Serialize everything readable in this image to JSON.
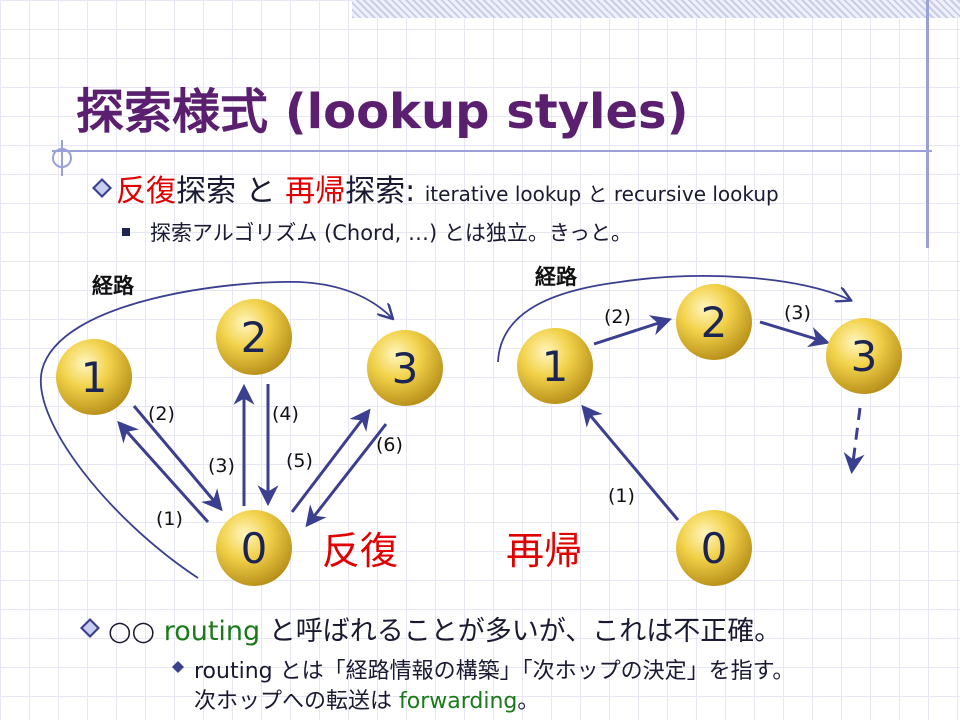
{
  "title": "探索様式 (lookup styles)",
  "bullet1": {
    "term_iterative": "反復",
    "text_a": "探索 と ",
    "term_recursive": "再帰",
    "text_b": "探索: ",
    "english": "iterative lookup と recursive lookup"
  },
  "sub1": "探索アルゴリズム (Chord, …) とは独立。きっと。",
  "left_diagram": {
    "route_label": "経路",
    "mode_label": "反復",
    "nodes": [
      "1",
      "2",
      "3",
      "0"
    ],
    "arrow_labels": [
      "(1)",
      "(2)",
      "(3)",
      "(4)",
      "(5)",
      "(6)"
    ]
  },
  "right_diagram": {
    "route_label": "経路",
    "mode_label": "再帰",
    "nodes": [
      "1",
      "2",
      "3",
      "0"
    ],
    "arrow_labels": [
      "(1)",
      "(2)",
      "(3)"
    ]
  },
  "bullet2": {
    "prefix": "○○ ",
    "term": "routing",
    "suffix": " と呼ばれることが多いが、これは不正確。"
  },
  "sub2": {
    "line1": "routing とは「経路情報の構築」「次ホップの決定」を指す。",
    "line2_prefix": "次ホップへの転送は ",
    "line2_term": "forwarding",
    "line2_suffix": "。"
  },
  "colors": {
    "title": "#5a1f6e",
    "node_fill": "#e8c330",
    "arrow": "#3a3f8f",
    "emphasis_red": "#e00000",
    "emphasis_green": "#1a7a1a"
  }
}
